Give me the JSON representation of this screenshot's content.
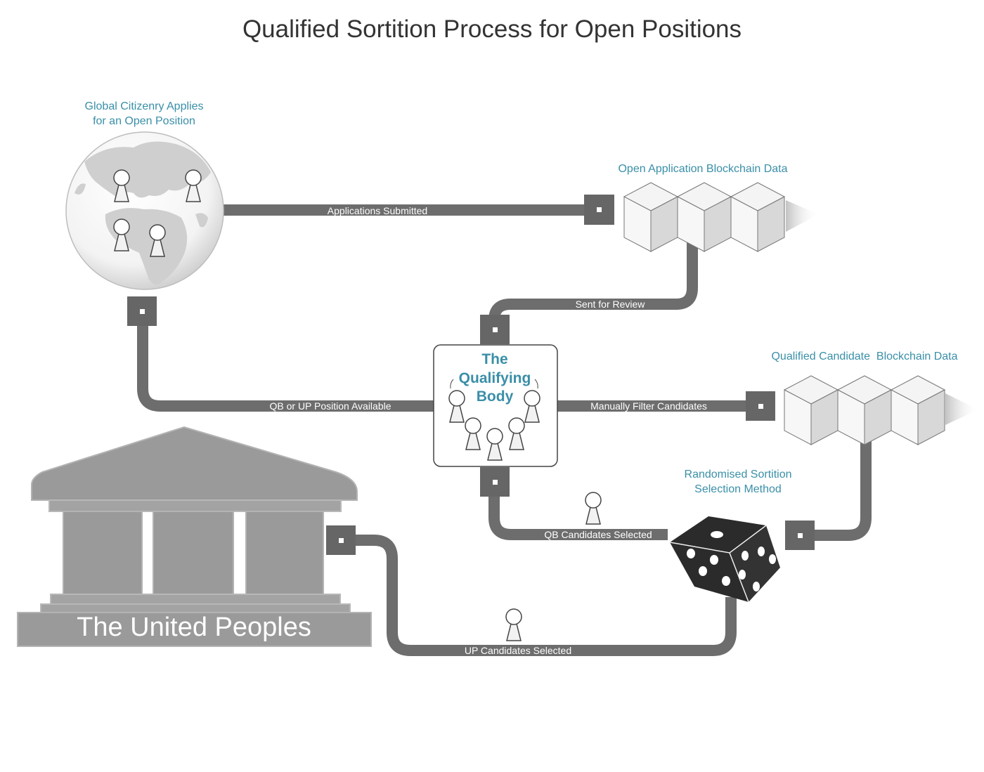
{
  "title": "Qualified Sortition Process for Open Positions",
  "captions": {
    "globe": [
      "Global Citizenry Applies",
      "for an Open Position"
    ],
    "open_chain": "Open Application Blockchain Data",
    "qualified_chain": "Qualified Candidate  Blockchain Data",
    "sortition": [
      "Randomised Sortition",
      "Selection Method"
    ]
  },
  "qualifying_body": [
    "The",
    "Qualifying",
    "Body"
  ],
  "united_peoples": "The United Peoples",
  "flows": {
    "applications_submitted": "Applications Submitted",
    "sent_for_review": "Sent for Review",
    "position_available": "QB or UP Position Available",
    "manually_filter": "Manually Filter Candidates",
    "qb_selected": "QB Candidates Selected",
    "up_selected": "UP Candidates Selected"
  },
  "colors": {
    "pipe": "#6d6d6d",
    "caption": "#3a8fa8",
    "title": "#333333",
    "building": "#9a9a9a",
    "die": "#2b2b2b"
  }
}
